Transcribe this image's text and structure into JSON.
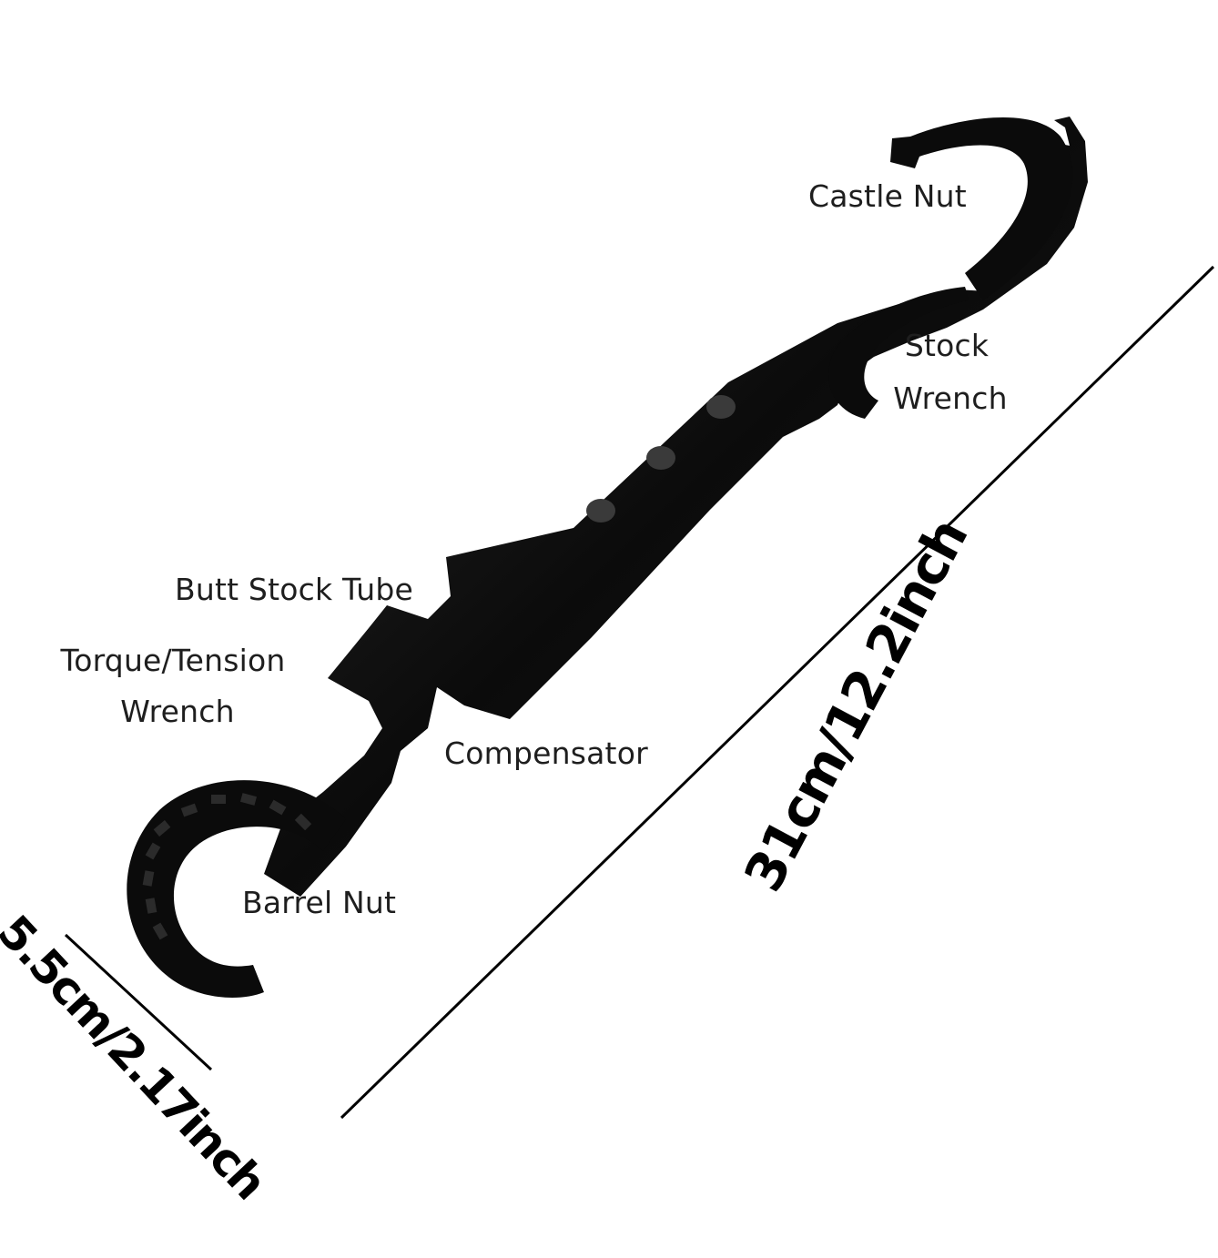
{
  "labels": {
    "castle_nut": "Castle Nut",
    "stock_wrench_line1": "Stock",
    "stock_wrench_line2": "Wrench",
    "butt_stock_tube": "Butt Stock Tube",
    "torque_line1": "Torque/Tension",
    "torque_line2": "Wrench",
    "compensator": "Compensator",
    "barrel_nut": "Barrel Nut"
  },
  "dimensions": {
    "length": "31cm/12.2inch",
    "width": "5.5cm/2.17inch"
  },
  "colors": {
    "tool": "#0b0b0b",
    "label_text": "#1e1e1e",
    "dimension_line": "#000000"
  }
}
